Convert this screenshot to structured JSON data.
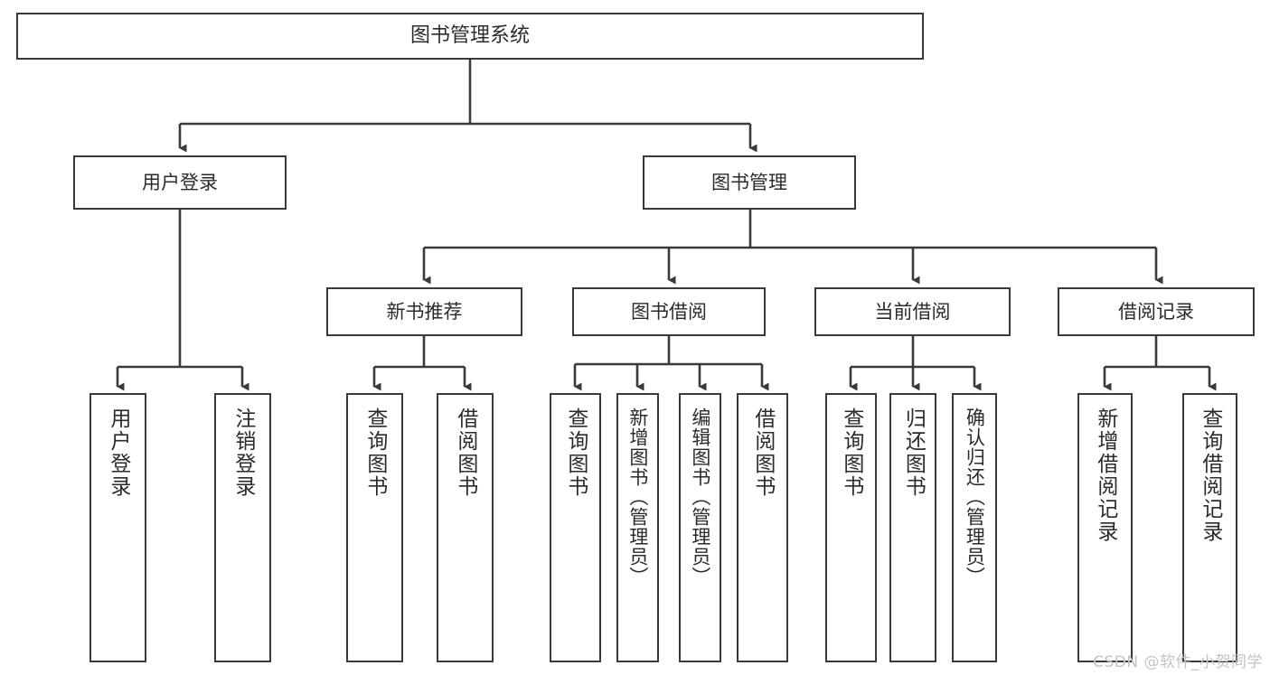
{
  "diagram": {
    "title": "图书管理系统",
    "type": "tree-hierarchy-diagram",
    "colors": {
      "background": "#ffffff",
      "box_border": "#3a3a3a",
      "connector": "#3a3a3a",
      "text": "#2b2b2b",
      "watermark": "#c3c3c3"
    },
    "root": {
      "label": "图书管理系统"
    },
    "level2": [
      {
        "label": "用户登录"
      },
      {
        "label": "图书管理"
      }
    ],
    "level3": [
      {
        "label": "新书推荐"
      },
      {
        "label": "图书借阅"
      },
      {
        "label": "当前借阅"
      },
      {
        "label": "借阅记录"
      }
    ],
    "leaves": {
      "user_login": [
        {
          "label": "用户登录"
        },
        {
          "label": "注销登录"
        }
      ],
      "new_book_recommend": [
        {
          "label": "查询图书"
        },
        {
          "label": "借阅图书"
        }
      ],
      "book_borrow": [
        {
          "label": "查询图书"
        },
        {
          "label": "新增图书（管理员）"
        },
        {
          "label": "编辑图书（管理员）"
        },
        {
          "label": "借阅图书"
        }
      ],
      "current_borrow": [
        {
          "label": "查询图书"
        },
        {
          "label": "归还图书"
        },
        {
          "label": "确认归还（管理员）"
        }
      ],
      "borrow_record": [
        {
          "label": "新增借阅记录"
        },
        {
          "label": "查询借阅记录"
        }
      ]
    },
    "watermark": "CSDN @软件_小贺同学"
  }
}
